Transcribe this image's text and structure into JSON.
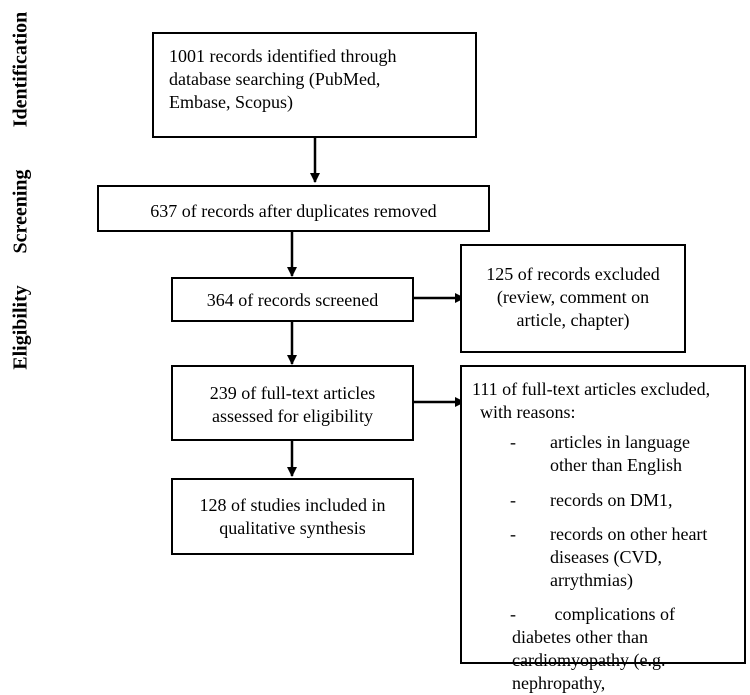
{
  "stages": {
    "identification": "Identification",
    "screening": "Screening",
    "eligibility": "Eligibility"
  },
  "boxes": {
    "identified": [
      "1001 records identified through",
      "database searching (PubMed,",
      "Embase, Scopus)"
    ],
    "after_duplicates": "637 of records after duplicates removed",
    "screened": "364 of records screened",
    "excluded_records": [
      "125 of records excluded",
      "(review, comment on",
      "article, chapter)"
    ],
    "full_text": [
      "239 of full-text articles",
      "assessed for eligibility"
    ],
    "included": [
      "128 of studies included in",
      "qualitative synthesis"
    ],
    "full_text_excluded": {
      "heading": [
        "111 of full-text articles excluded,",
        "with reasons:"
      ],
      "bullet": "-",
      "reasons": [
        [
          "articles in language",
          "other than English"
        ],
        [
          "records on DM1,"
        ],
        [
          "records on other heart",
          "diseases (CVD,",
          "arrythmias)"
        ],
        [
          " complications of",
          "diabetes other than",
          "cardiomyopathy (e.g.",
          "nephropathy,"
        ]
      ]
    }
  }
}
